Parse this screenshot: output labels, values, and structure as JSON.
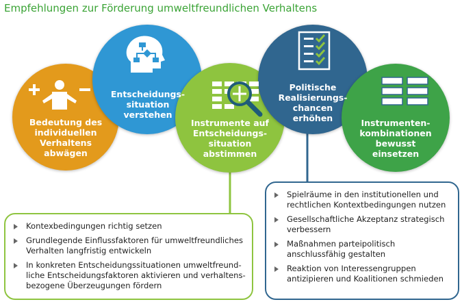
{
  "title": "Empfehlungen zur Förderung umweltfreundlichen Verhaltens",
  "colors": {
    "orange": "#e39a1c",
    "blue": "#2f97d4",
    "lime": "#8ec43f",
    "navy": "#30668f",
    "green": "#3ea348",
    "title_green": "#3aa335"
  },
  "circles": [
    {
      "label": "Bedeutung des\nindividuellen\nVerhaltens\nabwägen",
      "icon": "person-weighing-plus-minus-icon"
    },
    {
      "label": "Entscheidungs-\nsituation\nverstehen",
      "icon": "head-flowchart-icon"
    },
    {
      "label": "Instrumente auf\nEntscheidungs-\nsituation\nabstimmen",
      "icon": "magnifier-grid-icon"
    },
    {
      "label": "Politische\nRealisierungs-\nchancen\nerhöhen",
      "icon": "checklist-icon"
    },
    {
      "label": "Instrumenten-\nkombinationen\nbewusst\neinsetzen",
      "icon": "grid-combination-icon"
    }
  ],
  "left_box": {
    "items": [
      "Kontexbedingungen richtig setzen",
      "Grundlegende Einflussfaktoren für umweltfreundliches Verhalten langfristig entwickeln",
      "In konkreten Entscheidungssituationen umweltfreund­liche Entscheidungsfaktoren aktivieren und verhaltens­bezogene Überzeugungen fördern"
    ]
  },
  "right_box": {
    "items": [
      "Spielräume in den institutionellen und rechtlichen Kontextbedingungen nutzen",
      "Gesellschaftliche Akzeptanz strategisch verbessern",
      "Maßnahmen parteipolitisch anschlussfähig gestalten",
      "Reaktion von Interessengruppen antizipieren und Koalitionen schmieden"
    ]
  }
}
